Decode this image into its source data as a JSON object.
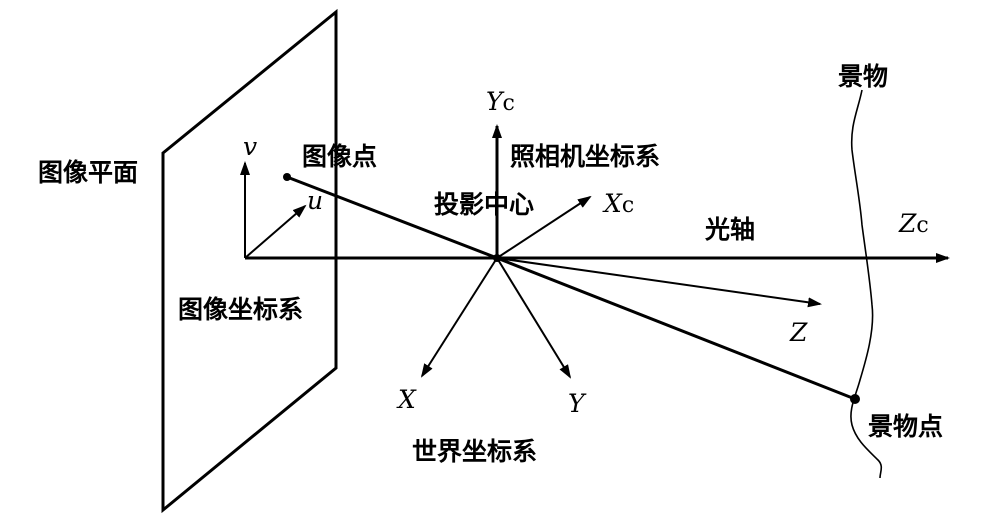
{
  "labels": {
    "image_plane": "图像平面",
    "image_point": "图像点",
    "image_coord_system": "图像坐标系",
    "camera_coord_system": "照相机坐标系",
    "projection_center": "投影中心",
    "optical_axis": "光轴",
    "world_coord_system": "世界坐标系",
    "scene": "景物",
    "scene_point": "景物点"
  },
  "axes": {
    "u": "u",
    "v": "v",
    "yc": "Y",
    "yc_sub": "c",
    "xc": "X",
    "xc_sub": "c",
    "zc": "Z",
    "zc_sub": "c",
    "x": "X",
    "y": "Y",
    "z": "Z"
  }
}
